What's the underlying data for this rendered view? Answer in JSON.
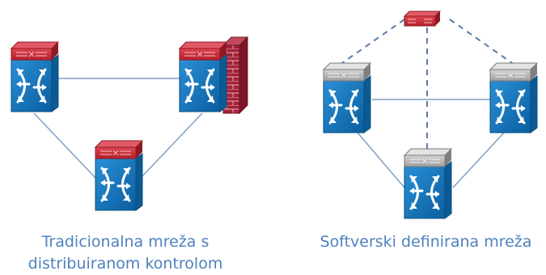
{
  "captions": {
    "traditional": {
      "line1": "Tradicionalna mreža s",
      "line2": "distribuiranom kontrolom"
    },
    "sdn": {
      "line1": "Softverski definirana mreža"
    }
  },
  "colors": {
    "caption_text": "#4f81bd",
    "link_line": "#7f9fc4",
    "switch_front": "#0f72ba",
    "switch_side": "#0b5a93",
    "top_red": "#cc2233",
    "top_gray": "#b7b7b7",
    "firewall_brick": "#a3213a"
  },
  "icons": {
    "switch": "network-switch-icon",
    "firewall": "firewall-icon",
    "controller": "sdn-controller-icon"
  }
}
